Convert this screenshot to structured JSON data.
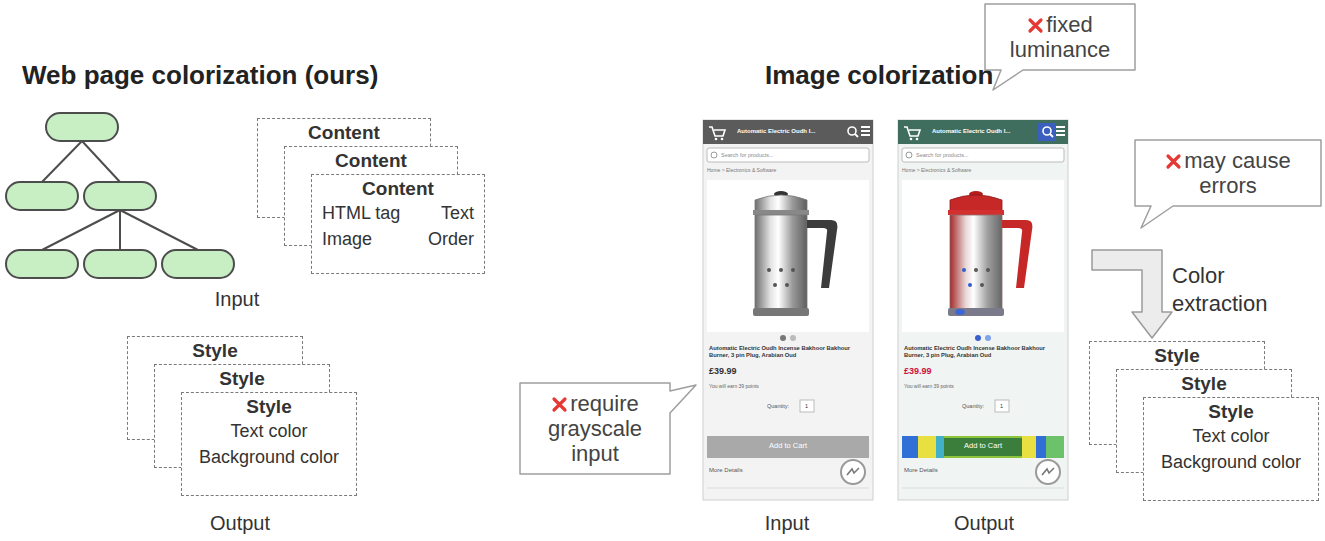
{
  "diagram": {
    "nodes": [
      {
        "text": [
          "Content"
        ]
      },
      {
        "text": [
          "Content"
        ]
      },
      {
        "text": [
          "Content",
          "HTML tag",
          "Text",
          "Image",
          "Order"
        ]
      },
      {
        "text": [
          "Style"
        ]
      },
      {
        "text": [
          "Style"
        ]
      },
      {
        "text": [
          "Style",
          "Text color",
          "Background color"
        ]
      },
      {
        "text": [
          "fixed luminance"
        ]
      },
      {
        "text": [
          "may cause errors"
        ]
      },
      {
        "text": [
          "require grayscale input"
        ]
      },
      {
        "text": [
          "Style"
        ]
      },
      {
        "text": [
          "Style"
        ]
      },
      {
        "text": [
          "Style",
          "Text color",
          "Background color"
        ]
      }
    ],
    "labels": [
      "Web page colorization (ours)",
      "Image colorization",
      "Input",
      "Output",
      "Color extraction",
      "Input",
      "Output",
      "Automatic Electric Oudh I...",
      "Search for products...",
      "Home > Electronics & Software",
      "Automatic Electric Oudh Incense Bakhoor Bakhour Burner, 3 pin Plug, Arabian Oud",
      "£39.99",
      "You will earn 39 points",
      "Quantity:",
      "1",
      "Add to Cart",
      "More Details",
      "Automatic Electric Oudh I...",
      "Search for products...",
      "Home > Electronics & Software",
      "Automatic Electric Oudh Incense Bakhoor Bakhour Burner, 3 pin Plug, Arabian Oud",
      "£39.99",
      "You will earn 39 points",
      "Quantity:",
      "1",
      "Add to Cart",
      "More Details"
    ]
  }
}
